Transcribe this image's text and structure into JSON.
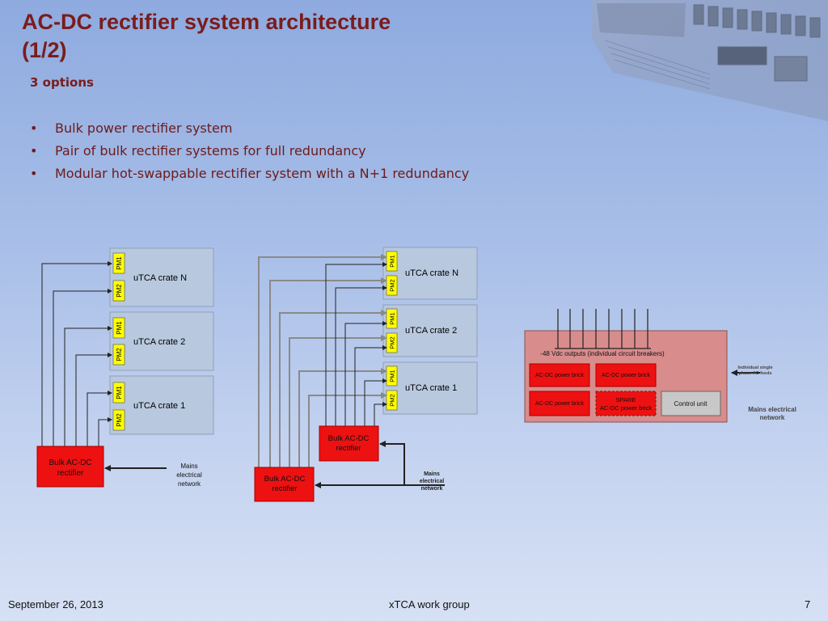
{
  "slide": {
    "title_line1": "AC-DC rectifier system architecture",
    "title_line2": "(1/2)",
    "subtitle": "3 options",
    "bullets": [
      "Bulk power rectifier system",
      "Pair of bulk rectifier systems for full redundancy",
      "Modular hot-swappable rectifier system with a N+1 redundancy"
    ],
    "bullet_glyph": "•"
  },
  "diagram1": {
    "crates": [
      "uTCA crate N",
      "uTCA crate 2",
      "uTCA crate 1"
    ],
    "pm1": "PM1",
    "pm2": "PM2",
    "rectifier": [
      "Bulk AC-DC",
      "rectifier"
    ],
    "mains": [
      "Mains",
      "electrical",
      "network"
    ]
  },
  "diagram2": {
    "crates": [
      "uTCA crate N",
      "uTCA crate 2",
      "uTCA crate 1"
    ],
    "pm1": "PM1",
    "pm2": "PM2",
    "rectifier_a": [
      "Bulk AC-DC",
      "rectifier"
    ],
    "rectifier_b": [
      "Bulk AC-DC",
      "rectifier"
    ],
    "mains": [
      "Mains",
      "electrical",
      "network"
    ]
  },
  "diagram3": {
    "outputs_label": "-48 Vdc outputs (individual circuit breakers)",
    "brick_label": "AC-DC power brick",
    "spare_line1": "SPARE",
    "spare_line2": "AC-DC power brick",
    "control_unit": "Control unit",
    "feeds": [
      "Individual single",
      "phase AC feeds"
    ],
    "mains": [
      "Mains electrical",
      "network"
    ]
  },
  "footer": {
    "date": "September 26, 2013",
    "group": "xTCA work group",
    "page": "7"
  },
  "colors": {
    "title": "#7a1c1c",
    "rectifier_red": "#ee1111",
    "pm_yellow": "#ffff00",
    "crate_box": "#b8c8de",
    "modular_box": "#d98c8c",
    "wire_dark": "#222222",
    "wire_grey": "#8a8a8a"
  }
}
